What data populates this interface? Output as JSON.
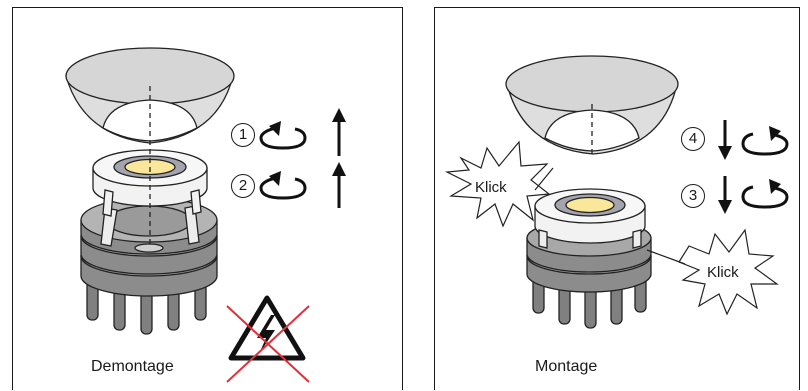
{
  "panels": {
    "left": {
      "caption": "Demontage",
      "steps": [
        {
          "number": "1",
          "rotation": "counterclockwise",
          "arrow": "up"
        },
        {
          "number": "2",
          "rotation": "counterclockwise",
          "arrow": "up"
        }
      ],
      "warning_icon": "no-high-voltage-warning-icon"
    },
    "right": {
      "caption": "Montage",
      "steps": [
        {
          "number": "4",
          "rotation": "clockwise",
          "arrow": "down"
        },
        {
          "number": "3",
          "rotation": "clockwise",
          "arrow": "down"
        }
      ],
      "callouts": [
        "Klick",
        "Klick"
      ]
    }
  },
  "colors": {
    "lamp_yellow": "#fbe79a",
    "ring_gray": "#a4a4ae",
    "reflector_gray": "#dedede",
    "socket_gray": "#8a8a8a",
    "warning_red": "#e0303a"
  }
}
